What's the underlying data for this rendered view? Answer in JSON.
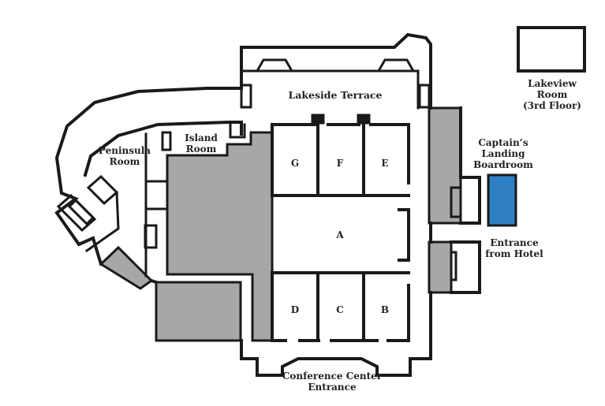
{
  "colors": {
    "wall": "#1a1a1a",
    "gray_area": "#a7a7a9",
    "highlight": "#2f7fc4",
    "background": "#ffffff"
  },
  "labels": {
    "lakeside_terrace": "Lakeside Terrace",
    "lakeview_room": [
      "Lakeview",
      "Room",
      "(3rd Floor)"
    ],
    "captains_landing": [
      "Captain’s",
      "Landing",
      "Boardroom"
    ],
    "entrance_hotel": [
      "Entrance",
      "from Hotel"
    ],
    "peninsula_room": [
      "Peninsula",
      "Room"
    ],
    "island_room": [
      "Island",
      "Room"
    ],
    "conference_entrance": [
      "Conference Center",
      "Entrance"
    ],
    "rooms": {
      "g": "G",
      "f": "F",
      "e": "E",
      "a": "A",
      "d": "D",
      "c": "C",
      "b": "B"
    }
  }
}
